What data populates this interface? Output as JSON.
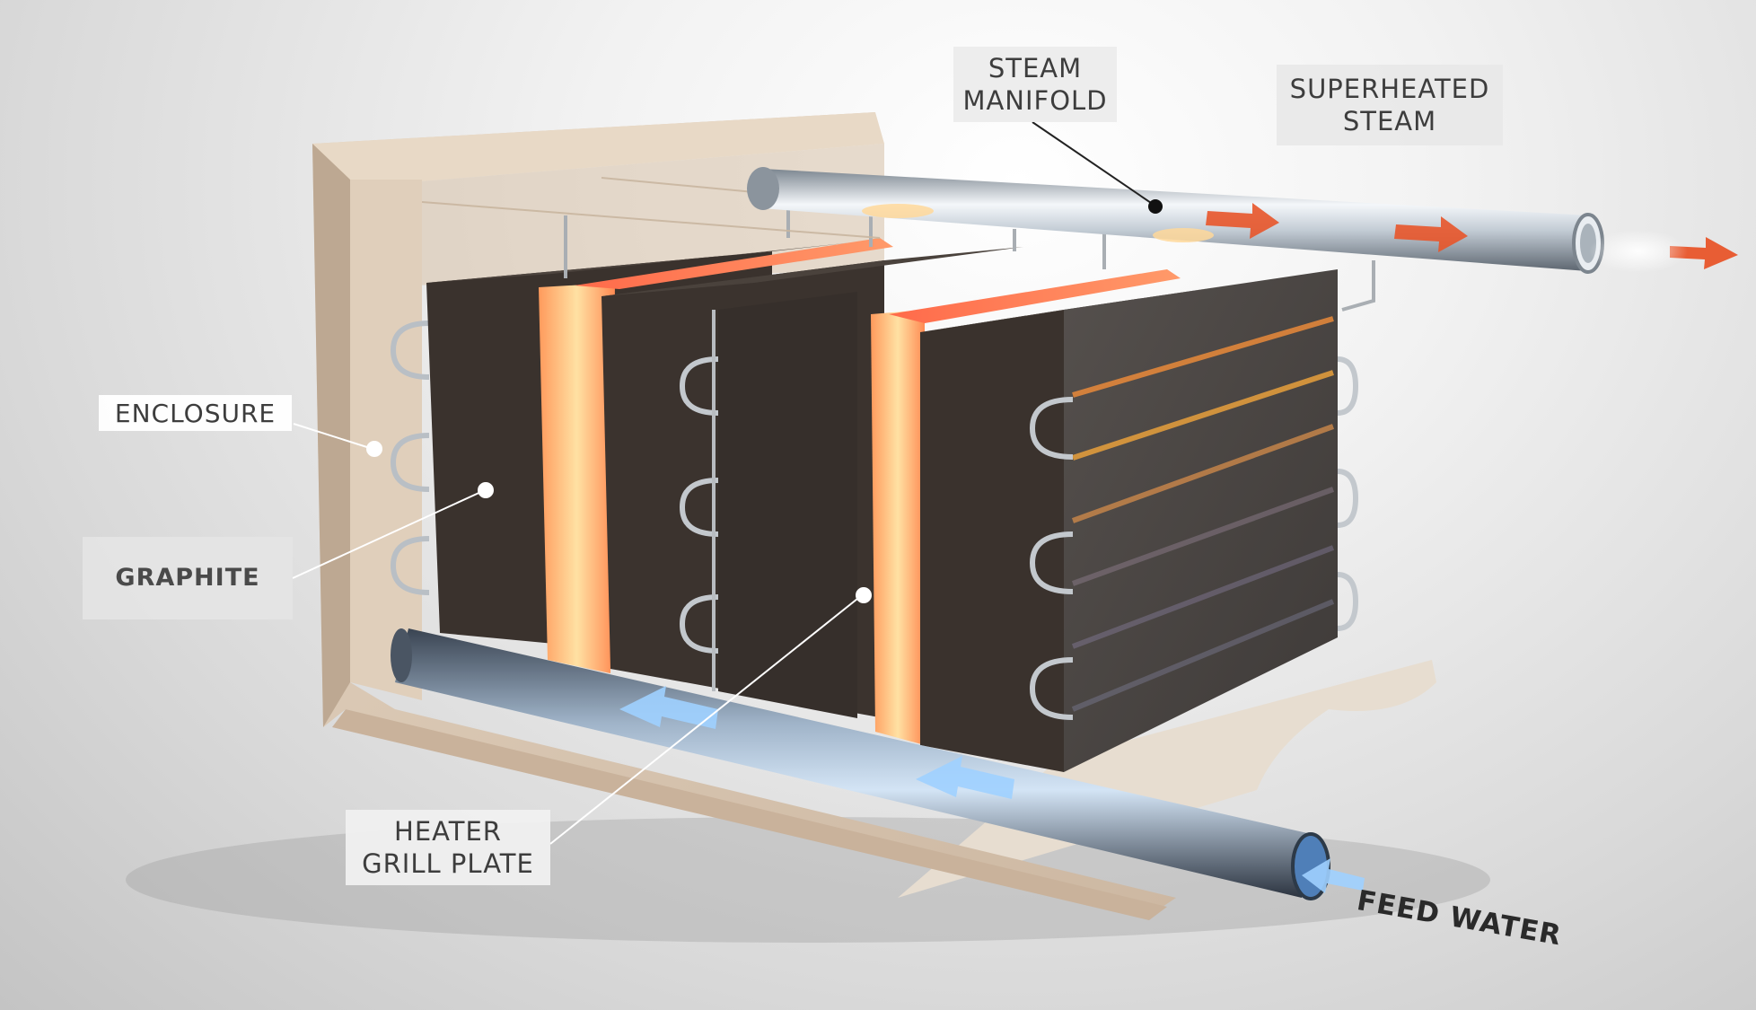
{
  "labels": {
    "enclosure": "ENCLOSURE",
    "graphite": "GRAPHITE",
    "steam_manifold": [
      "STEAM",
      "MANIFOLD"
    ],
    "superheated_steam": [
      "SUPERHEATED",
      "STEAM"
    ],
    "heater_grill_plate": [
      "HEATER",
      "GRILL PLATE"
    ],
    "feed_water": "FEED WATER"
  },
  "colors": {
    "graphite": "#3a322d",
    "enclosure": "#d9c6b0",
    "heater_glow": "#ff7a4a",
    "flow_arrow_hot": "#e8552a",
    "flow_arrow_cold": "#8cc4ff",
    "pipe": "#b9c3cc"
  }
}
